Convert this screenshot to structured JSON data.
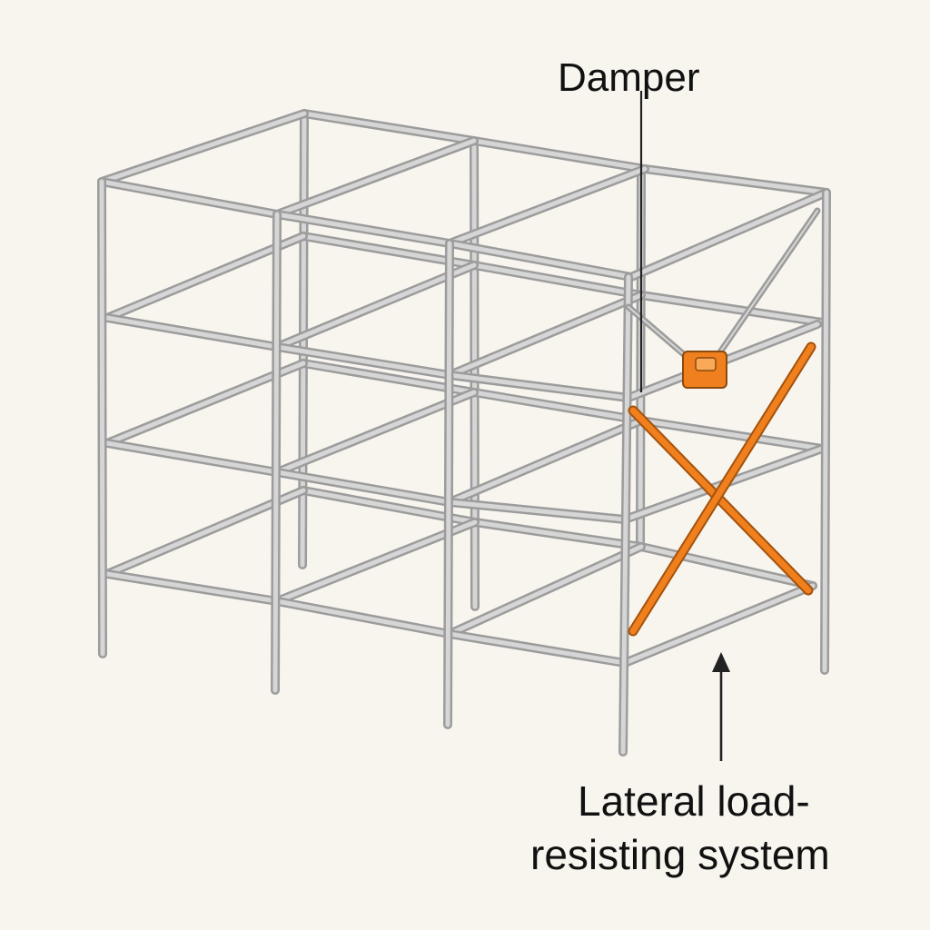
{
  "labels": {
    "damper": "Damper",
    "lateral_line1": "Lateral load-",
    "lateral_line2": "resisting system"
  },
  "colors": {
    "background": "#f8f5ee",
    "frame_stroke": "#9c9c9c",
    "frame_fill": "#d6d6d6",
    "accent": "#f07f1e",
    "text": "#111111"
  }
}
